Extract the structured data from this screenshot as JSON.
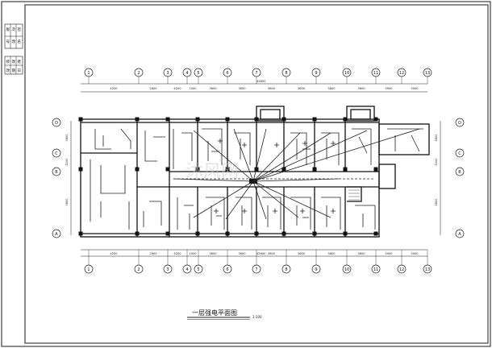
{
  "drawing": {
    "title": "一层强电平面图",
    "scale": "1:100",
    "stamp_rows": [
      [
        "版",
        "次",
        "签"
      ],
      [
        "号",
        "改",
        "名"
      ],
      [
        "修",
        "改",
        "者"
      ],
      [
        "改",
        "期",
        "日"
      ]
    ],
    "total_dim": "42600",
    "top_dims": [
      "4200",
      "2600",
      "4200",
      "1500",
      "3600",
      "3600",
      "3600",
      "3600",
      "3600",
      "3600",
      "3900",
      "3000"
    ],
    "left_dims": [
      "3600",
      "2100",
      "3600"
    ],
    "axis_cols": [
      "1",
      "2",
      "3",
      "4",
      "5",
      "6",
      "7",
      "8",
      "9",
      "10",
      "11",
      "12",
      "13"
    ],
    "axis_rows": [
      "D",
      "C",
      "B",
      "A"
    ],
    "watermark": "沐风网"
  }
}
